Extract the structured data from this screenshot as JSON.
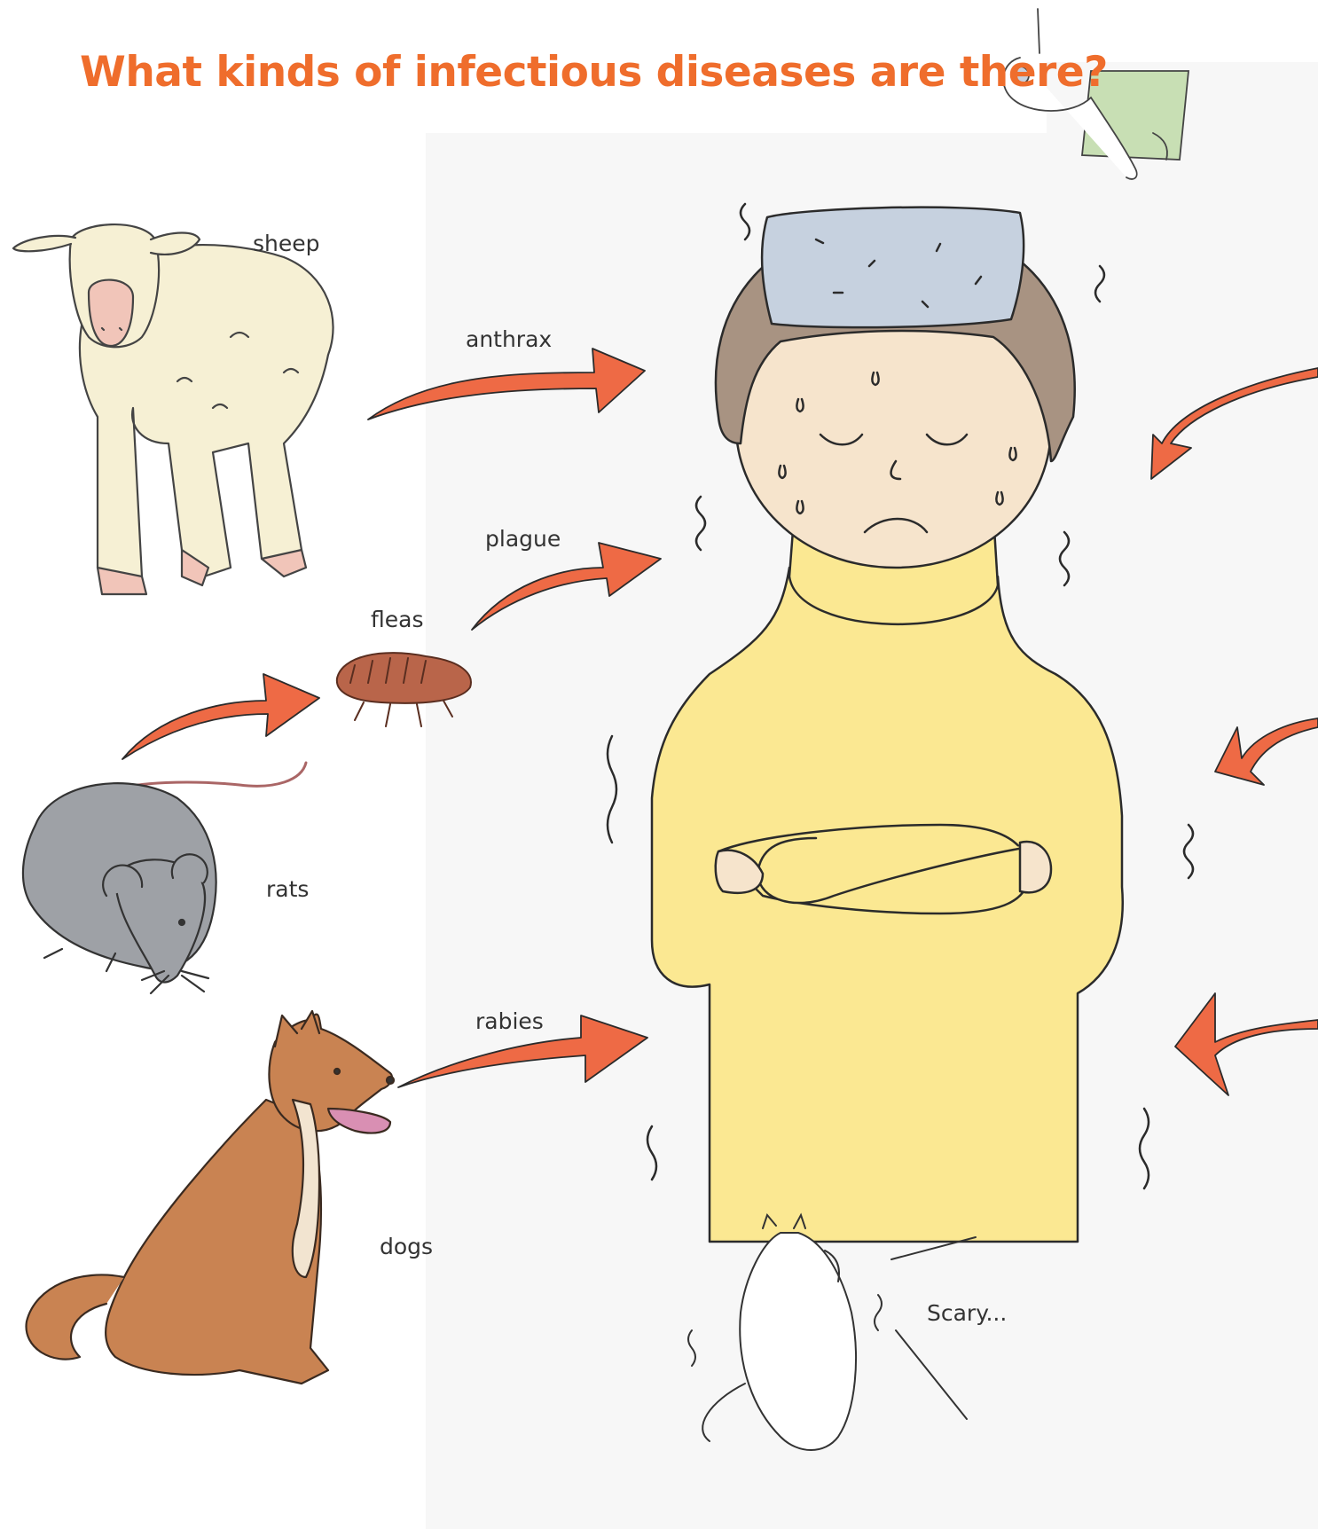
{
  "title": "What kinds of infectious diseases are there?",
  "labels": {
    "sheep": "sheep",
    "anthrax": "anthrax",
    "plague": "plague",
    "fleas": "fleas",
    "rats": "rats",
    "rabies": "rabies",
    "dogs": "dogs",
    "scary": "Scary..."
  },
  "colors": {
    "title": "#ef6d2c",
    "arrow": "#ee6a45",
    "sweater": "#fbe892",
    "hair": "#a89382",
    "skin": "#f6e4cc",
    "ice_pack": "#c6d1df",
    "sheep": "#f6f0d4",
    "rat": "#9ea1a6",
    "dog": "#c98352",
    "flea": "#b9654a"
  }
}
